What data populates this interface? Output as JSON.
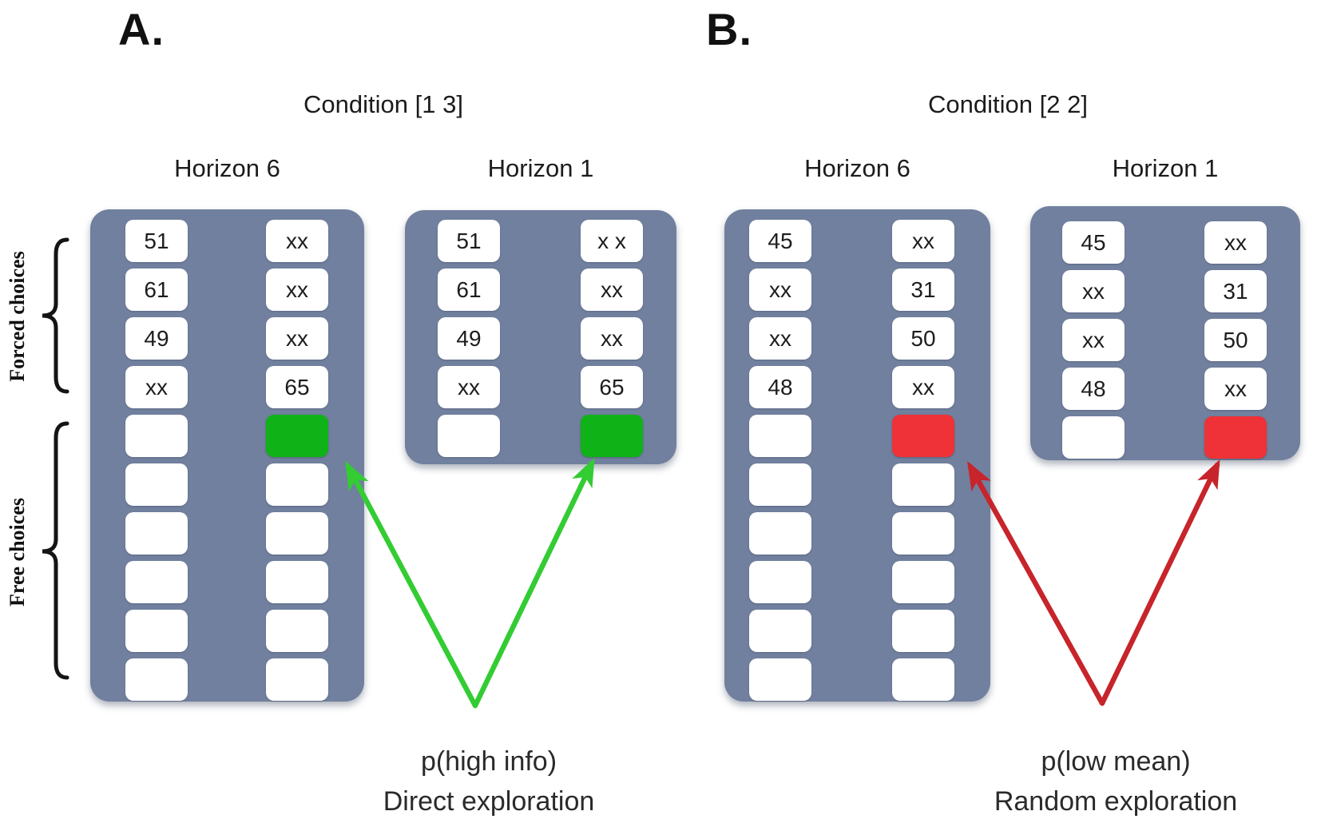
{
  "figure": {
    "panels": [
      {
        "label": "A.",
        "condition": "Condition [1 3]",
        "caption": [
          "p(high info)",
          "Direct exploration"
        ],
        "cell_color": "#10B317",
        "arrow_color": "#33CC33",
        "boards": [
          {
            "title": "Horizon 6",
            "left": [
              "51",
              "61",
              "49",
              "xx",
              "",
              "",
              "",
              "",
              "",
              ""
            ],
            "right": [
              "xx",
              "xx",
              "xx",
              "65",
              "",
              "",
              "",
              "",
              "",
              ""
            ],
            "highlight": {
              "col": "right",
              "row": 5
            }
          },
          {
            "title": "Horizon 1",
            "left": [
              "51",
              "61",
              "49",
              "xx",
              ""
            ],
            "right": [
              "x x",
              "xx",
              "xx",
              "65",
              ""
            ],
            "highlight": {
              "col": "right",
              "row": 5
            }
          }
        ]
      },
      {
        "label": "B.",
        "condition": "Condition [2 2]",
        "caption": [
          "p(low mean)",
          "Random exploration"
        ],
        "cell_color": "#EE3237",
        "arrow_color": "#C7242B",
        "boards": [
          {
            "title": "Horizon 6",
            "left": [
              "45",
              "xx",
              "xx",
              "48",
              "",
              "",
              "",
              "",
              "",
              ""
            ],
            "right": [
              "xx",
              "31",
              "50",
              "xx",
              "",
              "",
              "",
              "",
              "",
              ""
            ],
            "highlight": {
              "col": "right",
              "row": 5
            }
          },
          {
            "title": "Horizon 1",
            "left": [
              "45",
              "xx",
              "xx",
              "48",
              ""
            ],
            "right": [
              "xx",
              "31",
              "50",
              "xx",
              ""
            ],
            "highlight": {
              "col": "right",
              "row": 5
            }
          }
        ]
      }
    ],
    "row_group_labels": [
      {
        "text": "Forced choices"
      },
      {
        "text": "Free choices"
      }
    ],
    "colors": {
      "board": "#71809E",
      "cell": "#FFFFFF",
      "text": "#1C1C1C"
    }
  }
}
